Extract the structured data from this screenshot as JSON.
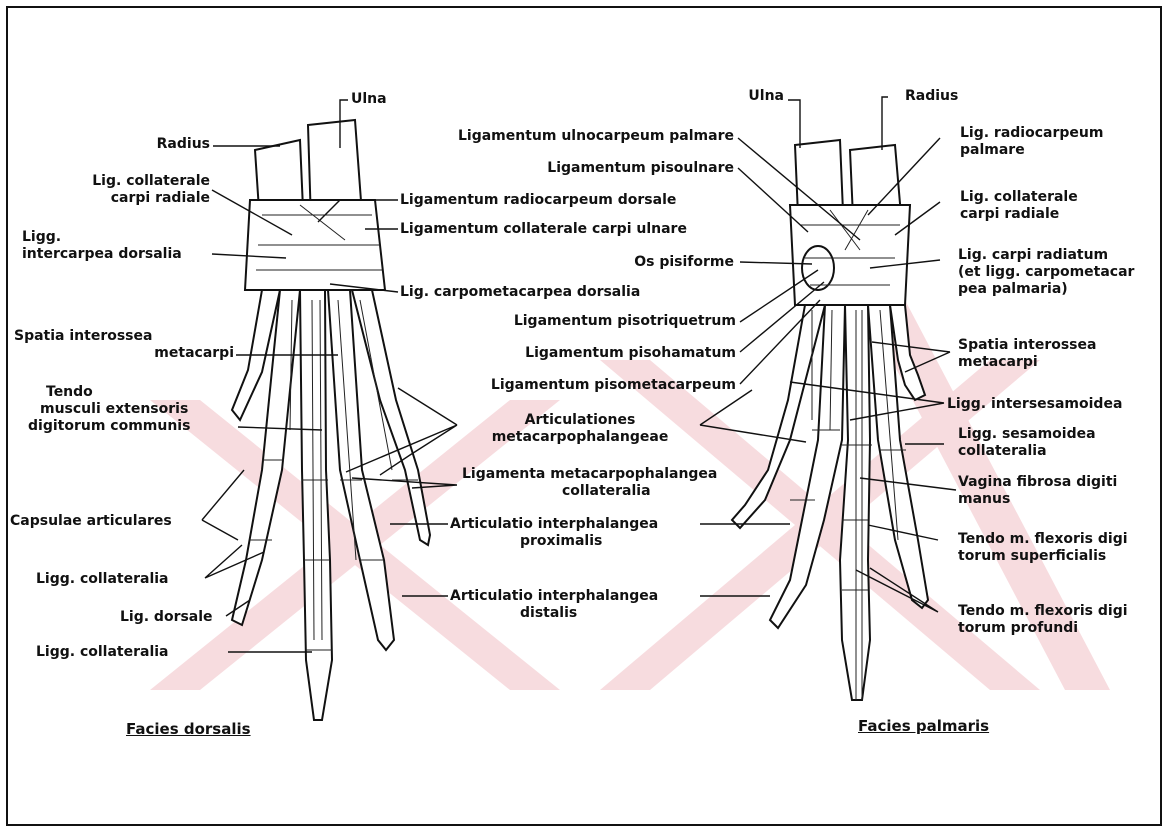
{
  "dorsal_view": {
    "caption": "Facies dorsalis",
    "labels": {
      "ulna": "Ulna",
      "radius": "Radius",
      "lig_collaterale_carpi_radiale": [
        "Lig. collaterale",
        "carpi radiale"
      ],
      "ligg_intercarpea_dorsalia": [
        "Ligg.",
        "intercarpea dorsalia"
      ],
      "spatia_interossea_metacarpi": [
        "Spatia interossea",
        "metacarpi"
      ],
      "tendo_extensoris": [
        "Tendo",
        "musculi extensoris",
        "digitorum communis"
      ],
      "capsulae_articulares": "Capsulae articulares",
      "ligg_collateralia_1": "Ligg. collateralia",
      "lig_dorsale": "Lig. dorsale",
      "ligg_collateralia_2": "Ligg. collateralia"
    }
  },
  "center_labels": {
    "lig_radiocarpeum_dorsale": "Ligamentum radiocarpeum dorsale",
    "lig_collaterale_carpi_ulnare": "Ligamentum collaterale carpi ulnare",
    "lig_carpometacarpea_dorsalia": "Lig. carpometacarpea dorsalia",
    "lig_ulnocarpeum_palmare": "Ligamentum ulnocarpeum palmare",
    "lig_pisoulnare": "Ligamentum pisoulnare",
    "os_pisiforme": "Os pisiforme",
    "lig_pisotriquetrum": "Ligamentum pisotriquetrum",
    "lig_pisohamatum": "Ligamentum pisohamatum",
    "lig_pisometacarpeum": "Ligamentum pisometacarpeum",
    "articulationes_mcp": [
      "Articulationes",
      "metacarpophalangeae"
    ],
    "ligamenta_mcp_collateralia": [
      "Ligamenta metacarpophalangea",
      "collateralia"
    ],
    "articulatio_ip_proximalis": [
      "Articulatio interphalangea",
      "proximalis"
    ],
    "articulatio_ip_distalis": [
      "Articulatio interphalangea",
      "distalis"
    ]
  },
  "palmar_view": {
    "caption": "Facies palmaris",
    "labels": {
      "ulna": "Ulna",
      "radius": "Radius",
      "lig_radiocarpeum_palmare": [
        "Lig. radiocarpeum",
        "palmare"
      ],
      "lig_collaterale_carpi_radiale": [
        "Lig. collaterale",
        "carpi radiale"
      ],
      "lig_carpi_radiatum": [
        "Lig. carpi radiatum",
        "(et ligg. carpometacar",
        "pea palmaria)"
      ],
      "spatia_interossea_metacarpi": [
        "Spatia interossea",
        "metacarpi"
      ],
      "ligg_intersesamoidea": "Ligg. intersesamoidea",
      "ligg_sesamoidea_collateralia": [
        "Ligg. sesamoidea",
        "collateralia"
      ],
      "vagina_fibrosa": [
        "Vagina fibrosa digiti",
        "manus"
      ],
      "tendo_flexoris_superficialis": [
        "Tendo m. flexoris digi",
        "torum superficialis"
      ],
      "tendo_flexoris_profundi": [
        "Tendo m. flexoris digi",
        "torum profundi"
      ]
    }
  },
  "colors": {
    "ink": "#111111",
    "paper": "#ffffff",
    "watermark": "#f6d6da"
  }
}
